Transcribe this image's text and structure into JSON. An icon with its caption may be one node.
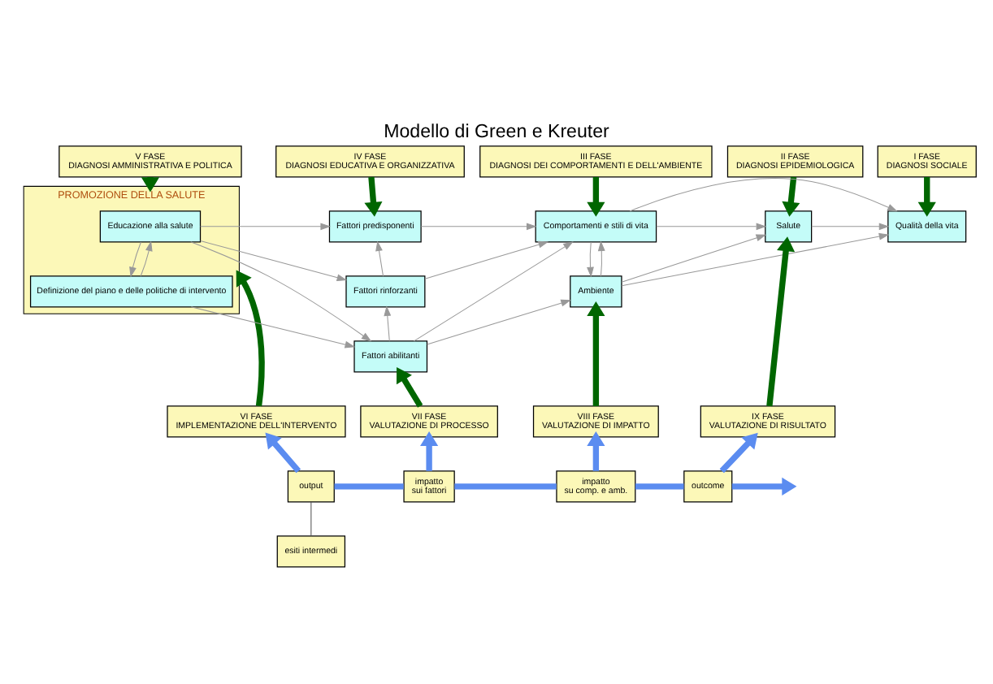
{
  "diagram": {
    "title": "Modello di Green e Kreuter",
    "nodes": [
      {
        "text": [
          "V FASE",
          "DIAGNOSI AMMINISTRATIVA E POLITICA"
        ]
      },
      {
        "text": [
          "IV FASE",
          "DIAGNOSI EDUCATIVA E ORGANIZZATIVA"
        ]
      },
      {
        "text": [
          "III FASE",
          "DIAGNOSI DEI COMPORTAMENTI E DELL'AMBIENTE"
        ]
      },
      {
        "text": [
          "II FASE",
          "DIAGNOSI EPIDEMIOLOGICA"
        ]
      },
      {
        "text": [
          "I FASE",
          "DIAGNOSI SOCIALE"
        ]
      },
      {
        "text": [
          "PROMOZIONE DELLA SALUTE"
        ]
      },
      {
        "text": [
          "Educazione alla salute"
        ],
        "in": 5
      },
      {
        "text": [
          "Definizione del piano e delle politiche di intervento"
        ],
        "in": 5
      },
      {
        "text": [
          "Fattori predisponenti"
        ]
      },
      {
        "text": [
          "Fattori rinforzanti"
        ]
      },
      {
        "text": [
          "Fattori abilitanti"
        ]
      },
      {
        "text": [
          "Comportamenti e stili di vita"
        ]
      },
      {
        "text": [
          "Ambiente"
        ]
      },
      {
        "text": [
          "Salute"
        ]
      },
      {
        "text": [
          "Qualità della vita"
        ]
      },
      {
        "text": [
          "VI FASE",
          "IMPLEMENTAZIONE DELL'INTERVENTO"
        ]
      },
      {
        "text": [
          "VII FASE",
          "VALUTAZIONE DI PROCESSO"
        ]
      },
      {
        "text": [
          "VIII FASE",
          "VALUTAZIONE DI IMPATTO"
        ]
      },
      {
        "text": [
          "IX FASE",
          "VALUTAZIONE DI RISULTATO"
        ]
      },
      {
        "text": [
          "output"
        ]
      },
      {
        "text": [
          "impatto",
          "sui fattori"
        ]
      },
      {
        "text": [
          "impatto",
          "su comp. e amb."
        ]
      },
      {
        "text": [
          "outcome"
        ]
      },
      {
        "text": [
          "esiti intermedi"
        ]
      }
    ],
    "edges": [
      {
        "from": 0,
        "to": 5,
        "arrow": "to",
        "style": "thick",
        "color": "#006600"
      },
      {
        "from": 1,
        "to": 8,
        "arrow": "to",
        "style": "thick",
        "color": "#006600"
      },
      {
        "from": 2,
        "to": 11,
        "arrow": "to",
        "style": "thick",
        "color": "#006600"
      },
      {
        "from": 3,
        "to": 13,
        "arrow": "to",
        "style": "thick",
        "color": "#006600"
      },
      {
        "from": 4,
        "to": 14,
        "arrow": "to",
        "style": "thick",
        "color": "#006600"
      },
      {
        "from": 6,
        "to": 7,
        "arrow": "to"
      },
      {
        "from": 7,
        "to": 6,
        "arrow": "to"
      },
      {
        "from": 6,
        "to": 8,
        "arrow": "to"
      },
      {
        "from": 6,
        "to": 9,
        "arrow": "to"
      },
      {
        "from": 6,
        "to": 10,
        "arrow": "to"
      },
      {
        "from": 7,
        "to": 10,
        "arrow": "to"
      },
      {
        "from": 9,
        "to": 8,
        "arrow": "to"
      },
      {
        "from": 10,
        "to": 9,
        "arrow": "to"
      },
      {
        "from": 8,
        "to": 11,
        "arrow": "to"
      },
      {
        "from": 9,
        "to": 11,
        "arrow": "to"
      },
      {
        "from": 10,
        "to": 11,
        "arrow": "to"
      },
      {
        "from": 10,
        "to": 12,
        "arrow": "to"
      },
      {
        "from": 11,
        "to": 12,
        "arrow": "to"
      },
      {
        "from": 12,
        "to": 11,
        "arrow": "to"
      },
      {
        "from": 11,
        "to": 13,
        "arrow": "to"
      },
      {
        "from": 11,
        "to": 14,
        "arrow": "to"
      },
      {
        "from": 12,
        "to": 13,
        "arrow": "to"
      },
      {
        "from": 12,
        "to": 14,
        "arrow": "to"
      },
      {
        "from": 13,
        "to": 14,
        "arrow": "to"
      },
      {
        "from": 15,
        "to": 5,
        "arrow": "to",
        "style": "thick",
        "color": "#006600"
      },
      {
        "from": 16,
        "to": 10,
        "arrow": "to",
        "style": "thick",
        "color": "#006600"
      },
      {
        "from": 17,
        "to": 12,
        "arrow": "to",
        "style": "thick",
        "color": "#006600"
      },
      {
        "from": 18,
        "to": 13,
        "arrow": "to",
        "style": "thick",
        "color": "#006600"
      },
      {
        "from": 19,
        "to": 15,
        "arrow": "to",
        "style": "thick",
        "color": "#5b8cf0"
      },
      {
        "from": 20,
        "to": 16,
        "arrow": "to",
        "style": "thick",
        "color": "#5b8cf0"
      },
      {
        "from": 21,
        "to": 17,
        "arrow": "to",
        "style": "thick",
        "color": "#5b8cf0"
      },
      {
        "from": 22,
        "to": 18,
        "arrow": "to",
        "style": "thick",
        "color": "#5b8cf0"
      },
      {
        "from": 19,
        "to": 20,
        "arrow": "none",
        "style": "thick",
        "color": "#5b8cf0"
      },
      {
        "from": 20,
        "to": 21,
        "arrow": "none",
        "style": "thick",
        "color": "#5b8cf0"
      },
      {
        "from": 21,
        "to": 22,
        "arrow": "none",
        "style": "thick",
        "color": "#5b8cf0"
      },
      {
        "from": 22,
        "to": null,
        "arrow": "to",
        "style": "thick",
        "color": "#5b8cf0"
      },
      {
        "from": 19,
        "to": 23,
        "arrow": "none",
        "color": "#555555"
      }
    ]
  }
}
